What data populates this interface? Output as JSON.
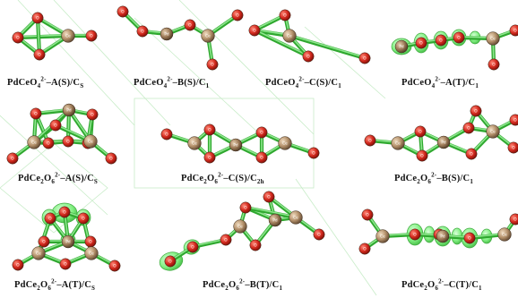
{
  "figure": {
    "panels": [
      {
        "id": "a",
        "label_parts": [
          "PdCeO",
          "4",
          "2-",
          "–A(S)/C",
          "S"
        ]
      },
      {
        "id": "b",
        "label_parts": [
          "PdCeO",
          "4",
          "2-",
          "–B(S)/C",
          "1"
        ]
      },
      {
        "id": "c",
        "label_parts": [
          "PdCeO",
          "4",
          "2-",
          "–C(S)/C",
          "1"
        ]
      },
      {
        "id": "d",
        "label_parts": [
          "PdCeO",
          "4",
          "2-",
          "–A(T)/C",
          "1"
        ]
      },
      {
        "id": "e",
        "label_parts": [
          "PdCe",
          "2",
          "O",
          "6",
          "2-",
          "–A(S)/C",
          "S"
        ]
      },
      {
        "id": "f",
        "label_parts": [
          "PdCe",
          "2",
          "O",
          "6",
          "2-",
          "–C(S)/C",
          "2h"
        ]
      },
      {
        "id": "g",
        "label_parts": [
          "PdCe",
          "2",
          "O",
          "6",
          "2-",
          "–B(S)/C",
          "1"
        ]
      },
      {
        "id": "h",
        "label_parts": [
          "PdCe",
          "2",
          "O",
          "6",
          "2-",
          "–A(T)/C",
          "S"
        ]
      },
      {
        "id": "i",
        "label_parts": [
          "PdCe",
          "2",
          "O",
          "6",
          "2-",
          "–B(T)/C",
          "1"
        ]
      },
      {
        "id": "j",
        "label_parts": [
          "PdCe",
          "2",
          "O",
          "6",
          "2-",
          "–C(T)/C",
          "1"
        ]
      }
    ],
    "atom_colors": {
      "O": "#d42a1e",
      "Ce": "#b3906a",
      "Pd": "#9e7b58",
      "bond": "#2fa82f",
      "spin_density": "#7cf07c"
    },
    "atom_glyphs": {
      "O": "O",
      "Ce": "Ce",
      "Pd": "Pd"
    }
  }
}
